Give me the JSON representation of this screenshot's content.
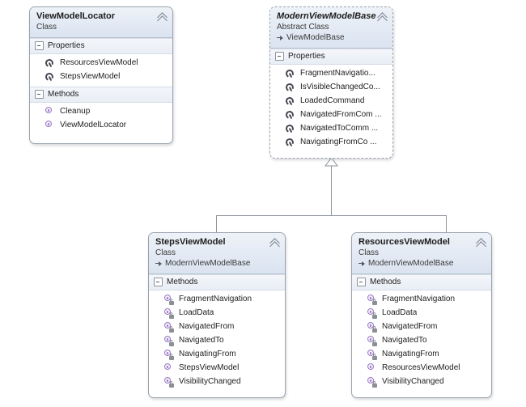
{
  "diagram": {
    "type": "uml-class-diagram",
    "background": "#ffffff",
    "edge_color": "#8e949c",
    "header_gradient_top": "#eef2f8",
    "header_gradient_bottom": "#dae3f0",
    "border_color": "#9aa3ad",
    "method_icon_color": "#9b79c6",
    "property_icon_color": "#4b4453"
  },
  "classes": [
    {
      "id": "view-model-locator",
      "name": "ViewModelLocator",
      "kind": "Class",
      "abstract": false,
      "base": null,
      "collapse_icon": "chevron-up-icon",
      "sections": [
        {
          "title": "Properties",
          "expander_icon": "minus-box-icon",
          "members": [
            {
              "name": "ResourcesViewModel",
              "icon": "wrench-icon",
              "protected": false
            },
            {
              "name": "StepsViewModel",
              "icon": "wrench-icon",
              "protected": false
            }
          ]
        },
        {
          "title": "Methods",
          "expander_icon": "minus-box-icon",
          "members": [
            {
              "name": "Cleanup",
              "icon": "method-icon",
              "protected": false
            },
            {
              "name": "ViewModelLocator",
              "icon": "method-icon",
              "protected": false
            }
          ]
        }
      ]
    },
    {
      "id": "modern-view-model-base",
      "name": "ModernViewModelBase",
      "kind": "Abstract Class",
      "abstract": true,
      "base": "ViewModelBase",
      "collapse_icon": "chevron-up-icon",
      "sections": [
        {
          "title": "Properties",
          "expander_icon": "minus-box-icon",
          "members": [
            {
              "name": "FragmentNavigatio...",
              "icon": "wrench-icon",
              "protected": false
            },
            {
              "name": "IsVisibleChangedCo...",
              "icon": "wrench-icon",
              "protected": false
            },
            {
              "name": "LoadedCommand",
              "icon": "wrench-icon",
              "protected": false
            },
            {
              "name": "NavigatedFromCom ...",
              "icon": "wrench-icon",
              "protected": false
            },
            {
              "name": "NavigatedToComm ...",
              "icon": "wrench-icon",
              "protected": false
            },
            {
              "name": "NavigatingFromCo ...",
              "icon": "wrench-icon",
              "protected": false
            }
          ]
        }
      ]
    },
    {
      "id": "steps-view-model",
      "name": "StepsViewModel",
      "kind": "Class",
      "abstract": false,
      "base": "ModernViewModelBase",
      "collapse_icon": "chevron-up-icon",
      "sections": [
        {
          "title": "Methods",
          "expander_icon": "minus-box-icon",
          "members": [
            {
              "name": "FragmentNavigation",
              "icon": "method-icon",
              "protected": true
            },
            {
              "name": "LoadData",
              "icon": "method-icon",
              "protected": true
            },
            {
              "name": "NavigatedFrom",
              "icon": "method-icon",
              "protected": true
            },
            {
              "name": "NavigatedTo",
              "icon": "method-icon",
              "protected": true
            },
            {
              "name": "NavigatingFrom",
              "icon": "method-icon",
              "protected": true
            },
            {
              "name": "StepsViewModel",
              "icon": "method-icon",
              "protected": false
            },
            {
              "name": "VisibilityChanged",
              "icon": "method-icon",
              "protected": true
            }
          ]
        }
      ]
    },
    {
      "id": "resources-view-model",
      "name": "ResourcesViewModel",
      "kind": "Class",
      "abstract": false,
      "base": "ModernViewModelBase",
      "collapse_icon": "chevron-up-icon",
      "sections": [
        {
          "title": "Methods",
          "expander_icon": "minus-box-icon",
          "members": [
            {
              "name": "FragmentNavigation",
              "icon": "method-icon",
              "protected": true
            },
            {
              "name": "LoadData",
              "icon": "method-icon",
              "protected": true
            },
            {
              "name": "NavigatedFrom",
              "icon": "method-icon",
              "protected": true
            },
            {
              "name": "NavigatedTo",
              "icon": "method-icon",
              "protected": true
            },
            {
              "name": "NavigatingFrom",
              "icon": "method-icon",
              "protected": true
            },
            {
              "name": "ResourcesViewModel",
              "icon": "method-icon",
              "protected": false
            },
            {
              "name": "VisibilityChanged",
              "icon": "method-icon",
              "protected": true
            }
          ]
        }
      ]
    }
  ],
  "relationships": [
    {
      "from": "StepsViewModel",
      "to": "ModernViewModelBase",
      "kind": "inheritance"
    },
    {
      "from": "ResourcesViewModel",
      "to": "ModernViewModelBase",
      "kind": "inheritance"
    }
  ]
}
